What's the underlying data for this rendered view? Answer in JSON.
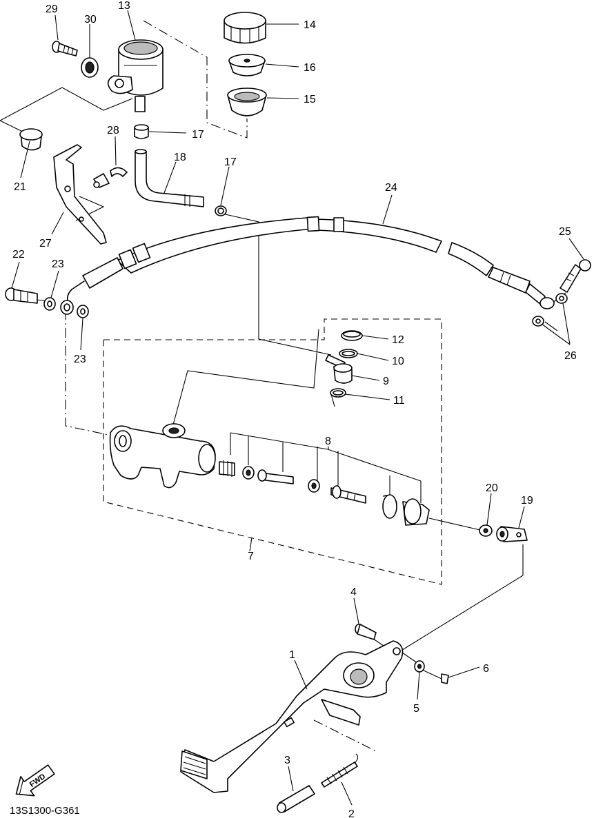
{
  "labels": {
    "p1": "1",
    "p2": "2",
    "p3": "3",
    "p4": "4",
    "p5": "5",
    "p6": "6",
    "p7": "7",
    "p8": "8",
    "p9": "9",
    "p10": "10",
    "p11": "11",
    "p12": "12",
    "p13": "13",
    "p14": "14",
    "p15": "15",
    "p16": "16",
    "p17a": "17",
    "p17b": "17",
    "p18": "18",
    "p19": "19",
    "p20": "20",
    "p21": "21",
    "p22": "22",
    "p23a": "23",
    "p23b": "23",
    "p24": "24",
    "p25": "25",
    "p26": "26",
    "p27": "27",
    "p28": "28",
    "p29": "29",
    "p30": "30"
  },
  "fwd_arrow": {
    "text": "FWD",
    "icon": "fwd-arrow-icon"
  },
  "drawing_code": "13S1300-G361"
}
